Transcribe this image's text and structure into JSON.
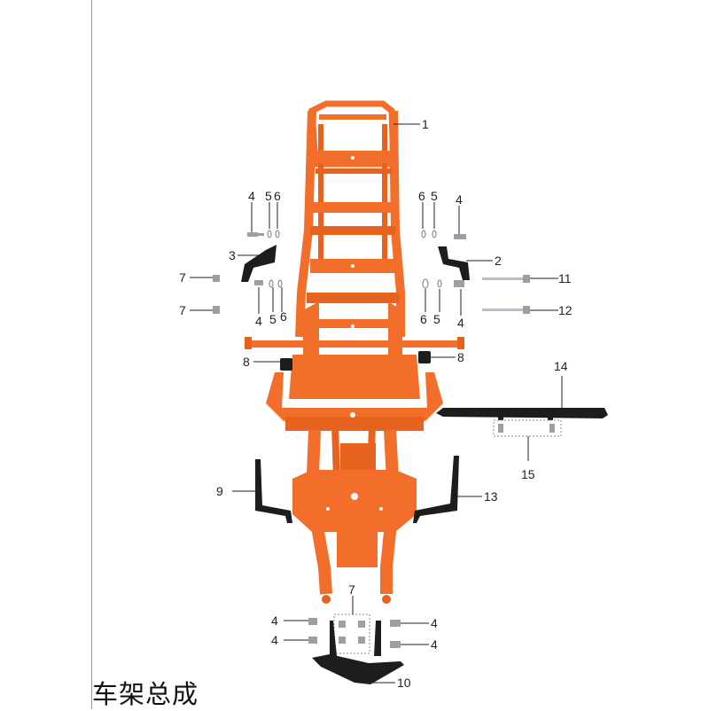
{
  "diagram": {
    "title": "车架总成",
    "callouts": {
      "c1": "1",
      "c2": "2",
      "c3": "3",
      "c4a": "4",
      "c4b": "4",
      "c4c": "4",
      "c4d": "4",
      "c4e": "4",
      "c4f": "4",
      "c4g": "4",
      "c4h": "4",
      "c5a": "5",
      "c5b": "5",
      "c5c": "5",
      "c5d": "5",
      "c6a": "6",
      "c6b": "6",
      "c6c": "6",
      "c6d": "6",
      "c7a": "7",
      "c7b": "7",
      "c7c": "7",
      "c8a": "8",
      "c8b": "8",
      "c9": "9",
      "c10": "10",
      "c11": "11",
      "c12": "12",
      "c13": "13",
      "c14": "14",
      "c15": "15"
    },
    "colors": {
      "frame": "#f36d2b",
      "frame_dark": "#c9531b",
      "frame_light": "#ff9a5c",
      "black_part": "#1d1d1d",
      "metal": "#9aa0a6"
    }
  }
}
